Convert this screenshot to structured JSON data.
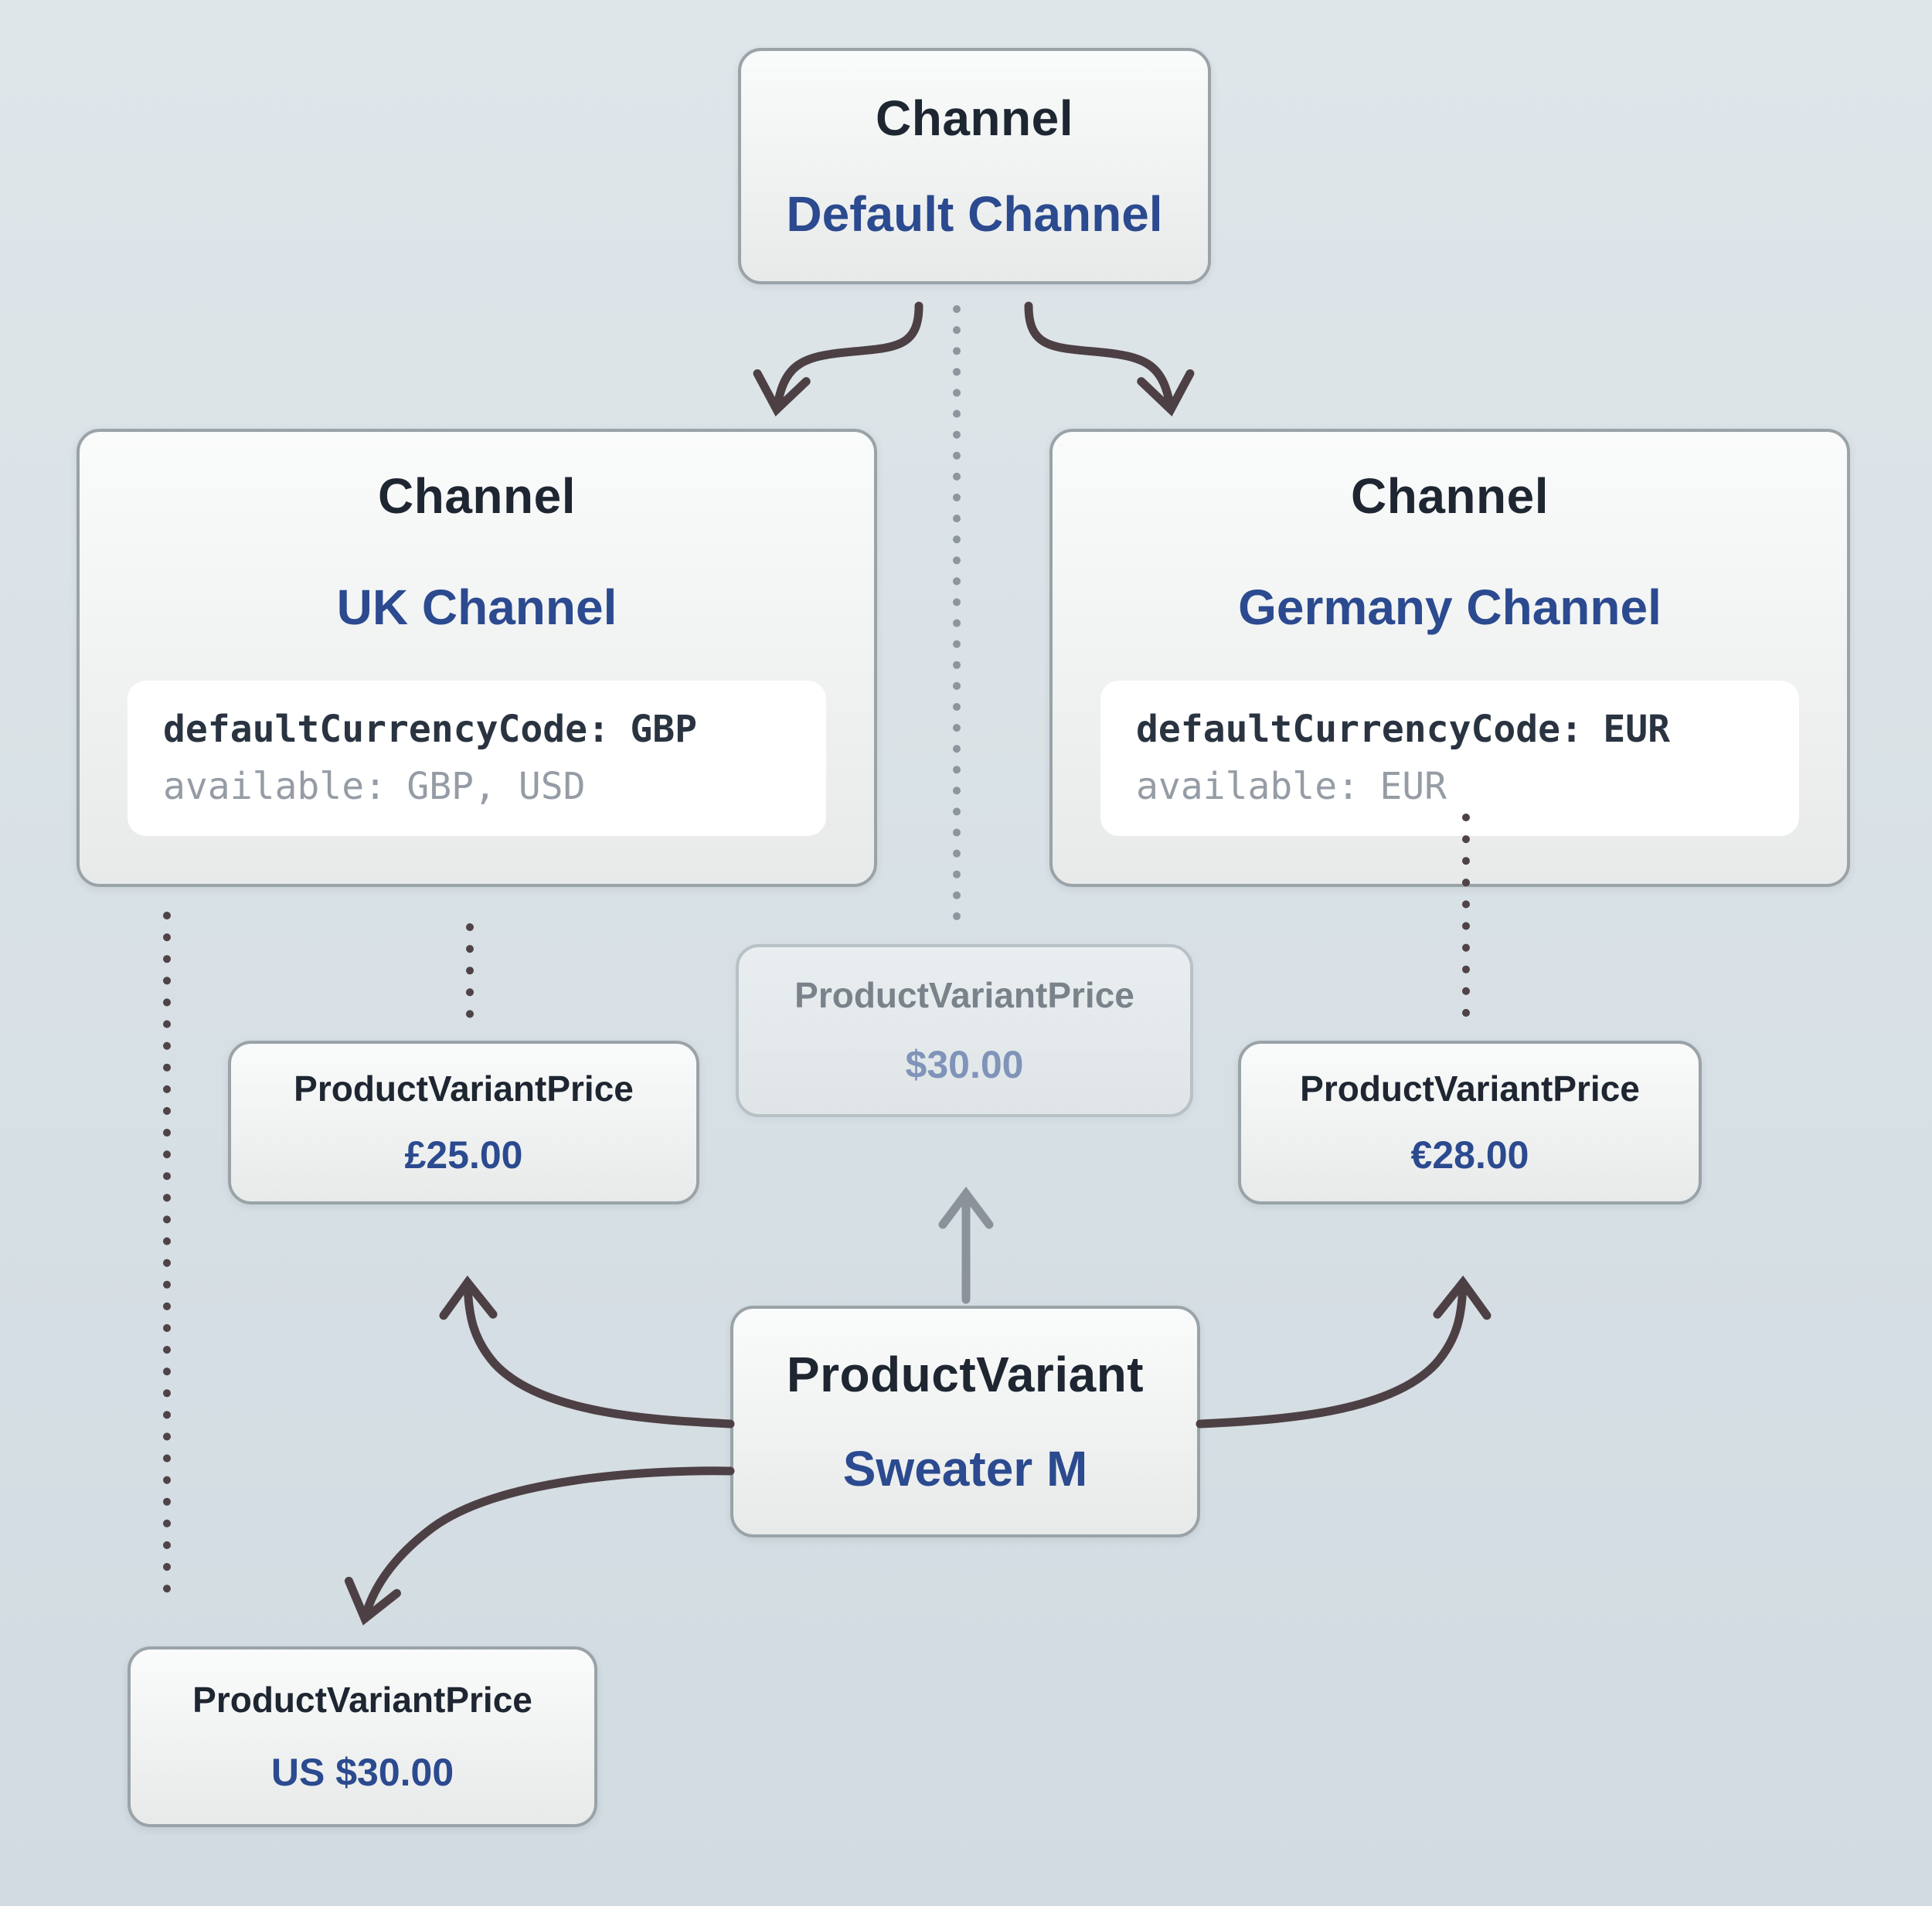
{
  "colors": {
    "bg_top": "#dfe6ea",
    "bg_bottom": "#d1dbe1",
    "node_border": "#99a3a8",
    "title_dark": "#1e2631",
    "accent_blue": "#2b4a8f",
    "arrow_dark": "#4d4044",
    "arrow_gray": "#8b9299",
    "dot_dark": "#4f4347",
    "dot_gray": "#8d969d",
    "code_dark": "#2a3340",
    "code_gray": "#959ca5"
  },
  "nodes": {
    "default_channel": {
      "type_label": "Channel",
      "name": "Default Channel"
    },
    "uk_channel": {
      "type_label": "Channel",
      "name": "UK Channel",
      "code": {
        "line1_key": "defaultCurrencyCode:",
        "line1_value": "GBP",
        "line2_key": "available:",
        "line2_value": "GBP, USD"
      }
    },
    "germany_channel": {
      "type_label": "Channel",
      "name": "Germany Channel",
      "code": {
        "line1_key": "defaultCurrencyCode:",
        "line1_value": "EUR",
        "line2_key": "available:",
        "line2_value": "EUR"
      }
    },
    "default_price": {
      "type_label": "ProductVariantPrice",
      "price": "$30.00"
    },
    "uk_price": {
      "type_label": "ProductVariantPrice",
      "price": "£25.00"
    },
    "germany_price": {
      "type_label": "ProductVariantPrice",
      "price": "€28.00"
    },
    "product_variant": {
      "type_label": "ProductVariant",
      "name": "Sweater M"
    },
    "us_price": {
      "type_label": "ProductVariantPrice",
      "price": "US $30.00"
    }
  }
}
